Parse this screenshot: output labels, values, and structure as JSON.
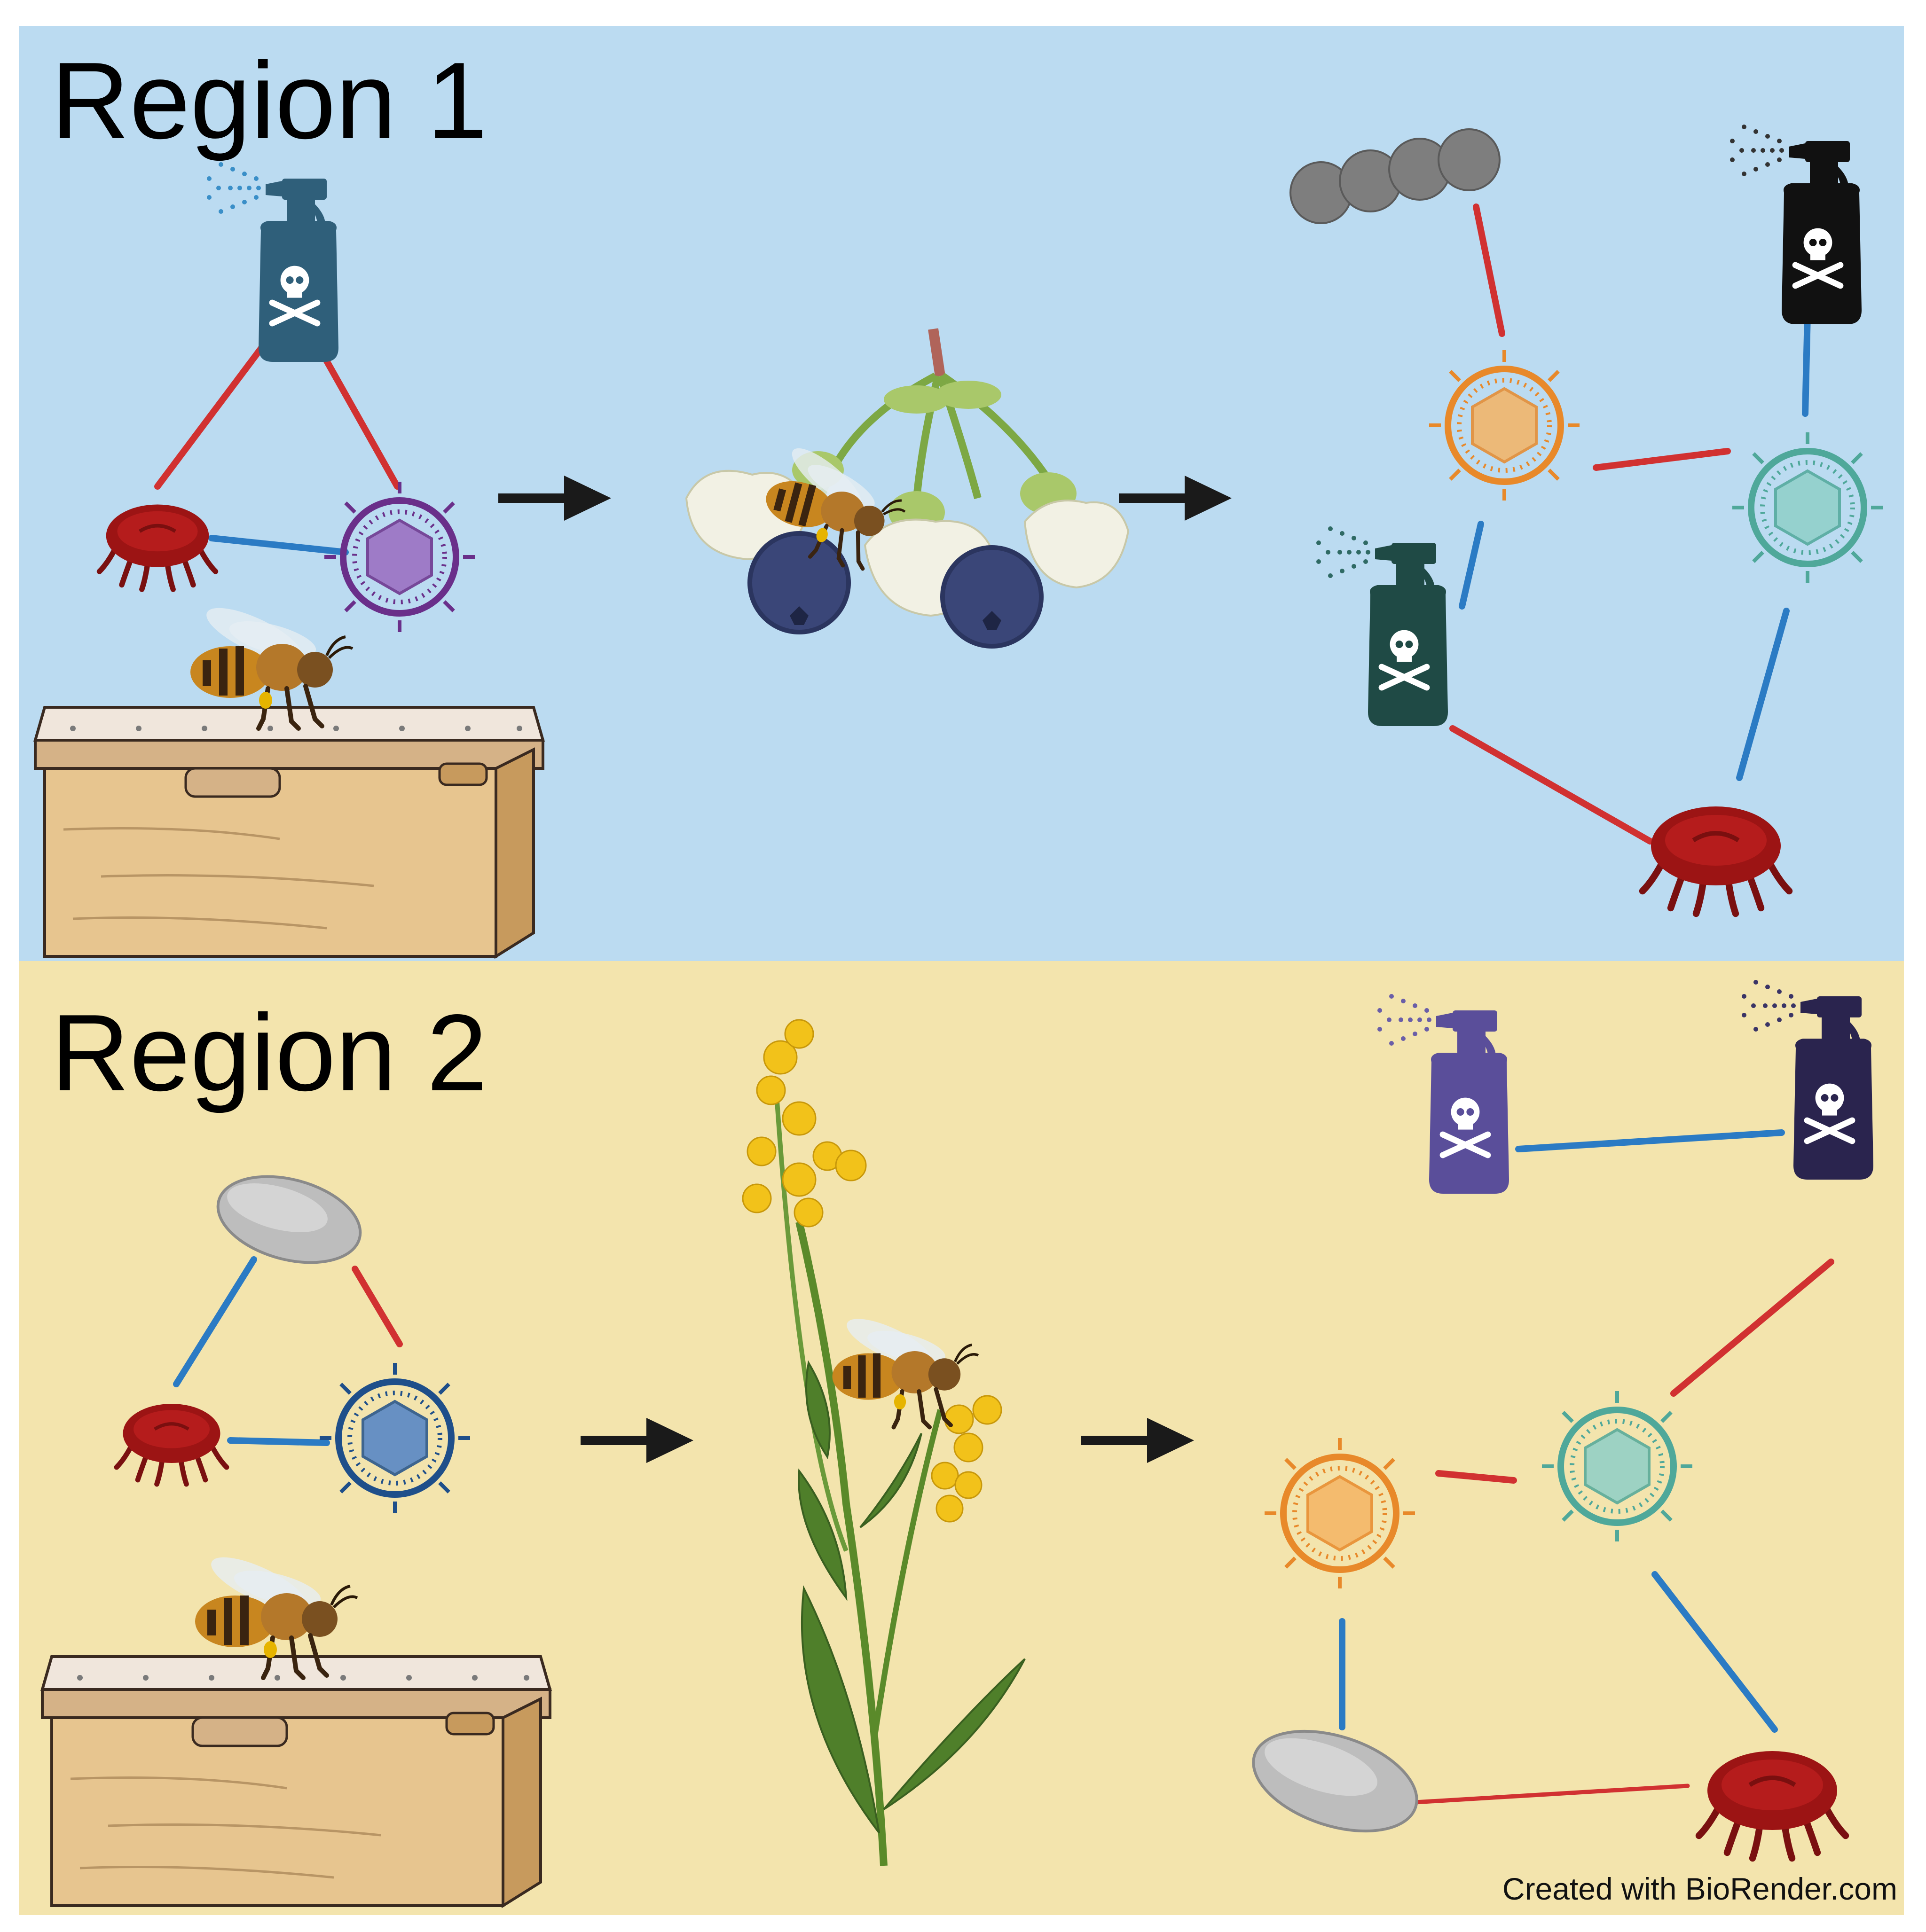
{
  "region1": {
    "title": "Region 1"
  },
  "region2": {
    "title": "Region 2"
  },
  "footer": {
    "credit": "Created with BioRender.com"
  },
  "colors": {
    "region1_background": "#bbdbf1",
    "region2_background": "#f3e4ad",
    "positive_link": "#2b7bc4",
    "negative_link": "#d13131",
    "arrow": "#1a1a1a"
  },
  "icons": [
    "spray-bottle-icon",
    "skull-crossbones-icon",
    "mite-icon",
    "virus-icon",
    "bee-icon",
    "beehive-box-icon",
    "blueberry-flower-icon",
    "canola-plant-icon",
    "pathogen-chain-icon",
    "pathogen-spore-icon",
    "arrow-icon"
  ]
}
